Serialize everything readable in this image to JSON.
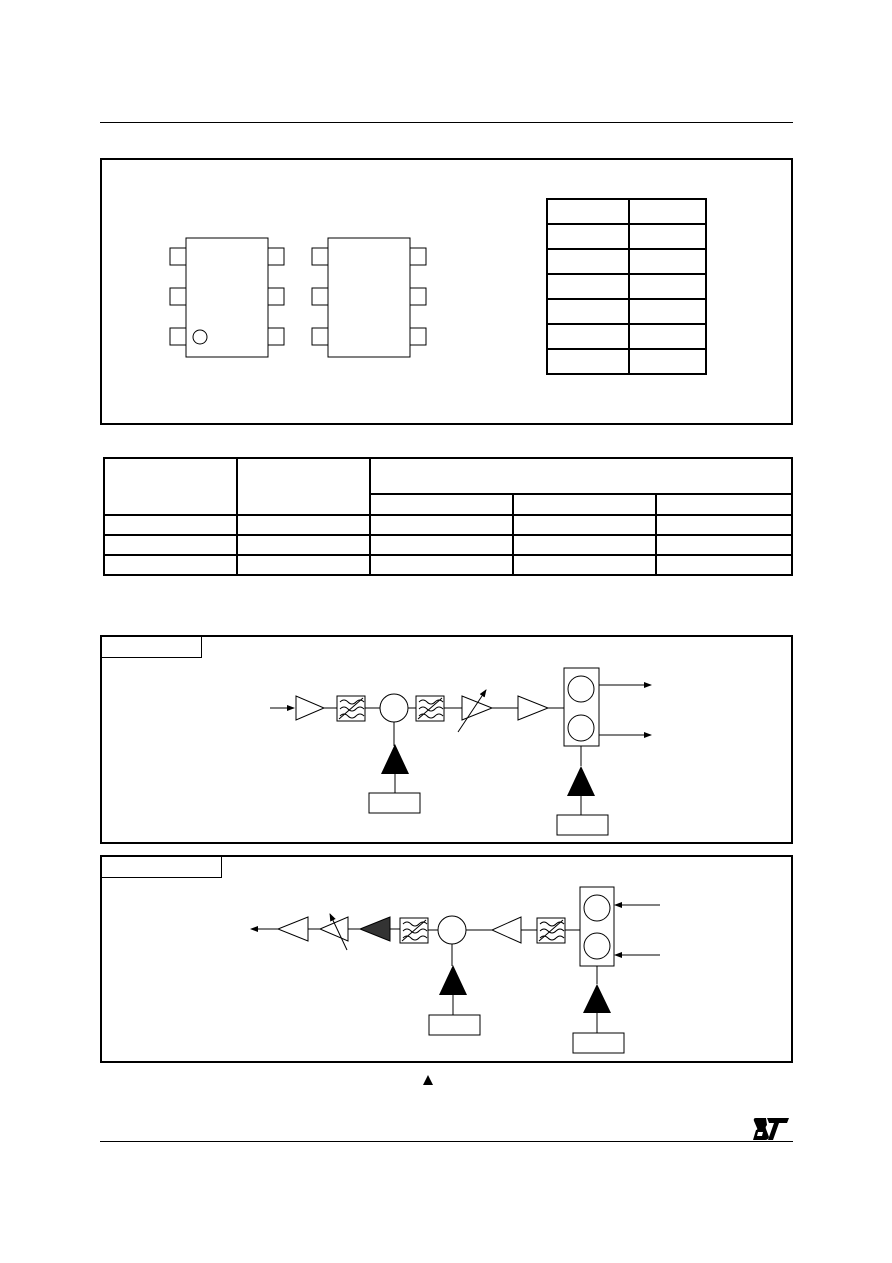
{
  "header": {
    "top_rule": "",
    "bottom_rule": ""
  },
  "pinout": {
    "packages": [
      {
        "name": "",
        "pins_left": [
          "",
          "",
          ""
        ],
        "pins_right": [
          "",
          "",
          ""
        ],
        "has_pin1_mark": true
      },
      {
        "name": "",
        "pins_left": [
          "",
          "",
          ""
        ],
        "pins_right": [
          "",
          "",
          ""
        ],
        "has_pin1_mark": false
      }
    ],
    "pin_table": {
      "rows": [
        [
          "",
          ""
        ],
        [
          "",
          ""
        ],
        [
          "",
          ""
        ],
        [
          "",
          ""
        ],
        [
          "",
          ""
        ],
        [
          "",
          ""
        ],
        [
          "",
          ""
        ]
      ]
    }
  },
  "ordering_table": {
    "header_col1": "",
    "header_col2": "",
    "header_group": "",
    "subheaders": [
      "",
      "",
      ""
    ],
    "rows": [
      [
        "",
        "",
        "",
        "",
        ""
      ],
      [
        "",
        "",
        "",
        "",
        ""
      ],
      [
        "",
        "",
        "",
        "",
        ""
      ]
    ]
  },
  "tx_diagram": {
    "caption": "",
    "blocks": [
      "amplifier",
      "filter",
      "mixer",
      "filter",
      "variable-gain-amplifier",
      "amplifier",
      "splitter"
    ],
    "lo_label": "",
    "lo2_label": ""
  },
  "rx_diagram": {
    "caption": "",
    "blocks": [
      "amplifier",
      "variable-gain-amplifier",
      "highlighted-amplifier",
      "filter",
      "mixer",
      "amplifier",
      "filter",
      "combiner"
    ],
    "lo_label": "",
    "lo2_label": ""
  },
  "footnote": {
    "marker_icon": "filled-triangle-icon",
    "text": ""
  },
  "footer": {
    "logo": "st-logo-icon"
  }
}
